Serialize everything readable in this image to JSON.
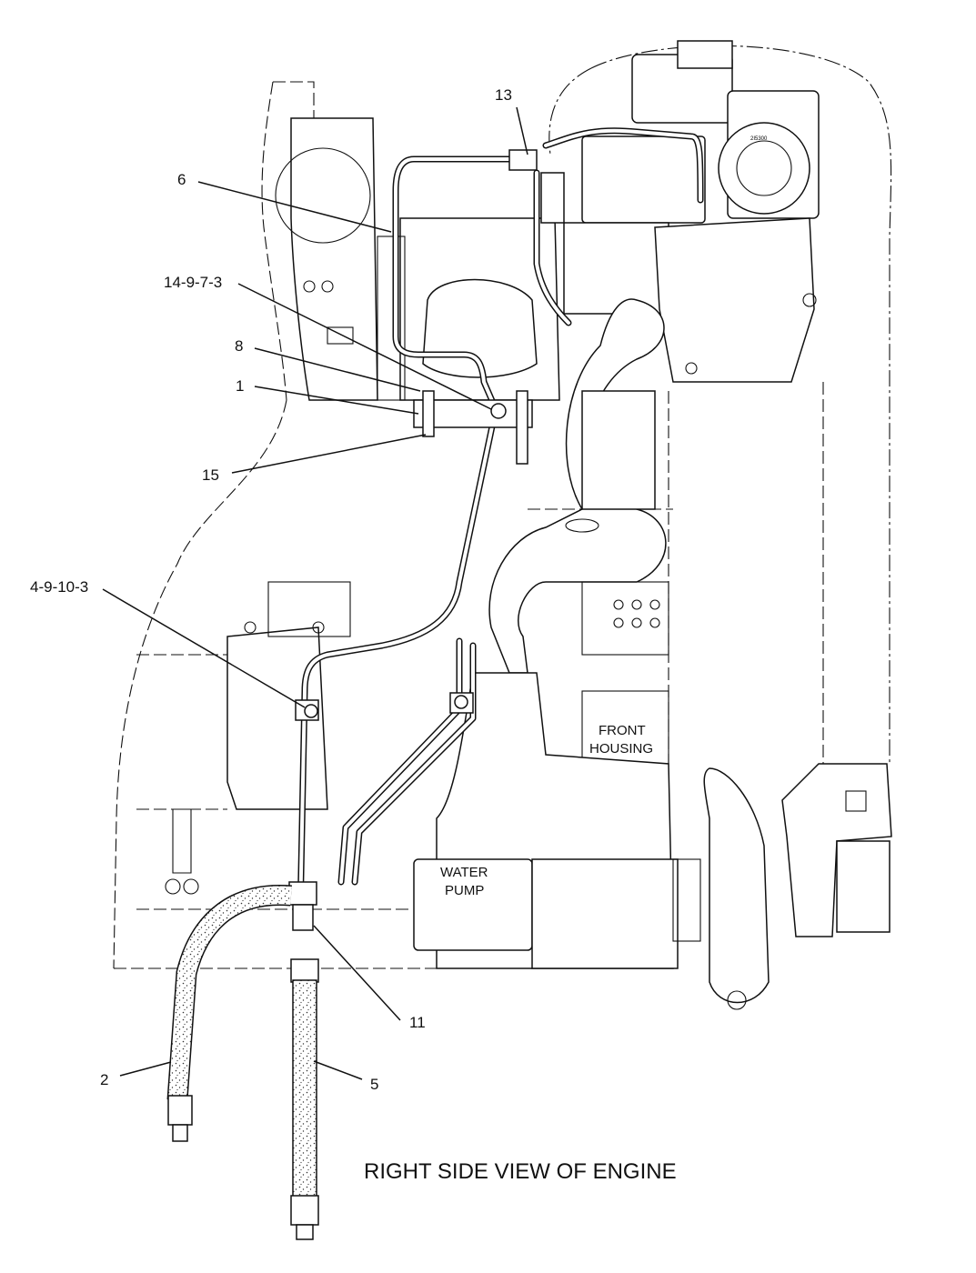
{
  "title": "RIGHT SIDE VIEW OF ENGINE",
  "callouts": {
    "c13": "13",
    "c6": "6",
    "c14_9_7_3": "14-9-7-3",
    "c8": "8",
    "c1": "1",
    "c15": "15",
    "c4_9_10_3": "4-9-10-3",
    "c11": "11",
    "c2": "2",
    "c5": "5"
  },
  "labels": {
    "front_housing_line1": "FRONT",
    "front_housing_line2": "HOUSING",
    "water_pump_line1": "WATER",
    "water_pump_line2": "PUMP",
    "part_number": "2I5300"
  }
}
